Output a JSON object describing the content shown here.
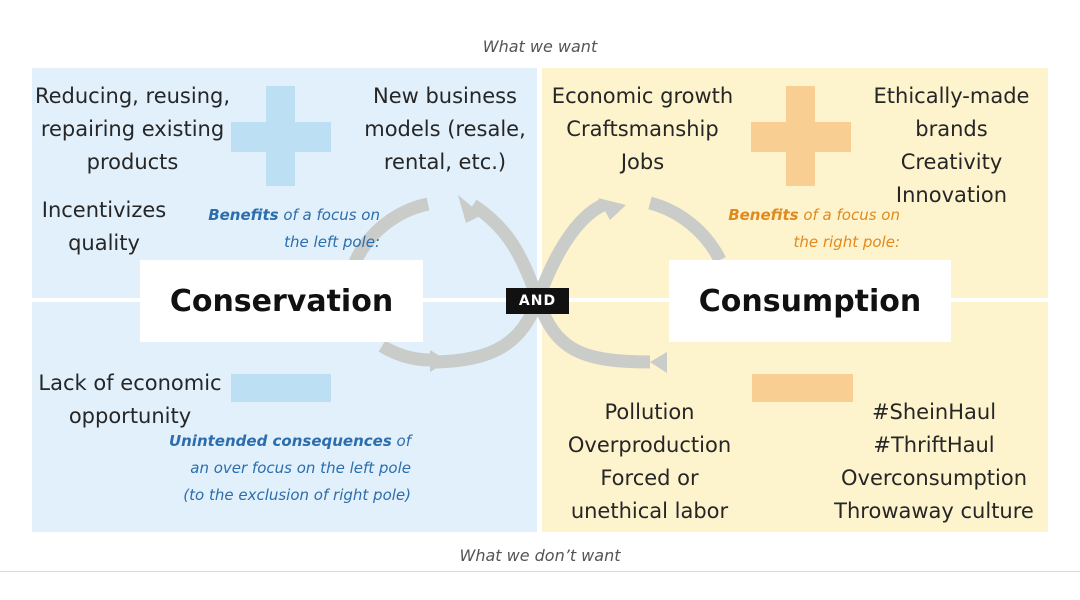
{
  "axis": {
    "top": "What we want",
    "bottom": "What we don’t want"
  },
  "poles": {
    "left": "Conservation",
    "right": "Consumption",
    "connector": "AND"
  },
  "top_left": {
    "items": [
      [
        "Reducing, reusing,",
        "repairing existing",
        "products"
      ],
      [
        "New business",
        "models (resale,",
        "rental, etc.)"
      ],
      [
        "Incentivizes",
        "quality"
      ]
    ],
    "annotation": {
      "strong": "Benefits",
      "line1_rest": " of a focus on",
      "line2": "the left pole:"
    }
  },
  "top_right": {
    "items": [
      [
        "Economic growth",
        "Craftsmanship",
        "Jobs"
      ],
      [
        "Ethically-made",
        "brands",
        "Creativity",
        "Innovation"
      ]
    ],
    "annotation": {
      "strong": "Benefits",
      "line1_rest": " of a focus on",
      "line2": "the right pole:"
    }
  },
  "bottom_left": {
    "items": [
      [
        "Lack of economic",
        "opportunity"
      ]
    ],
    "annotation": {
      "strong": "Unintended consequences",
      "line1_rest": " of",
      "line2": "an over focus on the left pole",
      "line3": "(to the exclusion of right pole)"
    }
  },
  "bottom_right": {
    "items": [
      [
        "Pollution",
        "Overproduction",
        "Forced or",
        "unethical labor"
      ],
      [
        "#SheinHaul",
        "#ThriftHaul",
        "Overconsumption",
        "Throwaway culture"
      ]
    ]
  },
  "colors": {
    "left_bg": "#e1f0fb",
    "right_bg": "#fdf3cd",
    "left_accent": "#2c6dad",
    "right_accent": "#e08a1e",
    "left_symbol": "#bcdff3",
    "right_symbol": "#f8ce93"
  }
}
